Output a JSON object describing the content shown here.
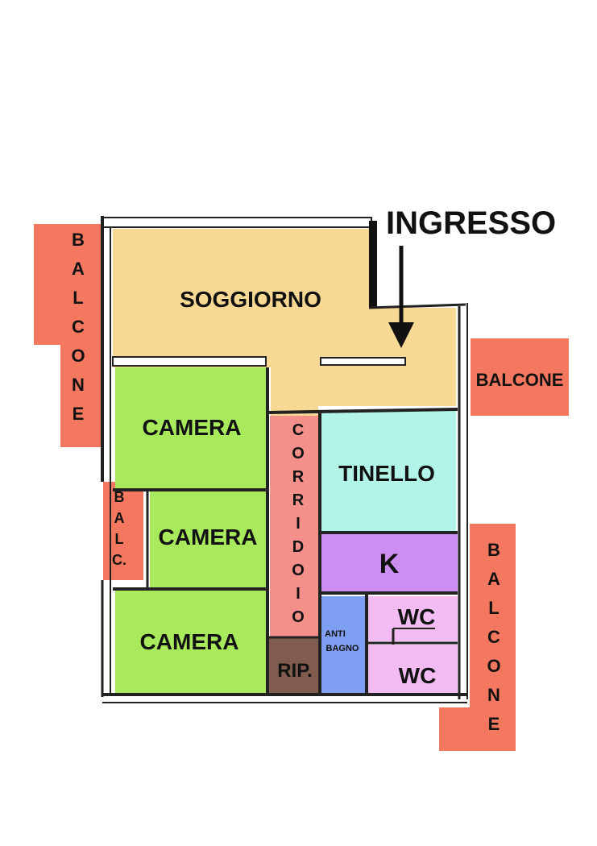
{
  "entrance": {
    "label": "INGRESSO"
  },
  "colors": {
    "living": "#f8d994",
    "bedroom": "#a8ea5c",
    "corridor": "#f4908a",
    "dining": "#b2f5e8",
    "kitchen": "#cd8ef2",
    "bathroom": "#f2bcf2",
    "antibagno": "#7f9ff2",
    "storage": "#7f5c4e",
    "balcony": "#f47860",
    "wall": "#222222"
  },
  "rooms": {
    "soggiorno": "SOGGIORNO",
    "camera_1": "CAMERA",
    "camera_2": "CAMERA",
    "camera_3": "CAMERA",
    "corridoio": [
      "C",
      "O",
      "R",
      "R",
      "I",
      "D",
      "O",
      "I",
      "O"
    ],
    "tinello": "TINELLO",
    "kitchen": "K",
    "wc_1": "WC",
    "wc_2": "WC",
    "antibagno": [
      "ANTI",
      "BAGNO"
    ],
    "ripostiglio": "RIP."
  },
  "balconies": {
    "left": [
      "B",
      "A",
      "L",
      "C",
      "O",
      "N",
      "E"
    ],
    "left_small": [
      "B",
      "A",
      "L",
      "C."
    ],
    "right_top": "BALCONE",
    "right_bottom": [
      "B",
      "A",
      "L",
      "C",
      "O",
      "N",
      "E"
    ]
  }
}
